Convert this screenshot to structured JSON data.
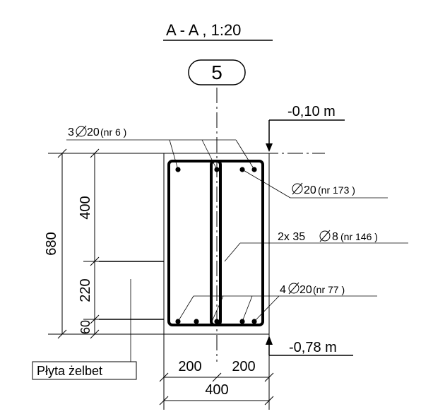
{
  "title": "A - A , 1:20",
  "section_number": "5",
  "levels": {
    "top": "-0,10 m",
    "bottom": "-0,78 m"
  },
  "rebar_labels": {
    "top_bars": {
      "count": "3",
      "diameter": "20",
      "ref": "(nr 6 )"
    },
    "single_bar": {
      "diameter": "20",
      "ref": "(nr 173 )"
    },
    "stirrups": {
      "count": "2x 35",
      "diameter": "8",
      "ref": "(nr 146 )"
    },
    "bottom_bars": {
      "count": "4",
      "diameter": "20",
      "ref": "(nr 77 )"
    }
  },
  "dimensions": {
    "total_height": "680",
    "upper_height": "400",
    "slab_height": "220",
    "lower_height": "60",
    "half_width_left": "200",
    "half_width_right": "200",
    "total_width": "400"
  },
  "slab_label": "Płyta żelbet"
}
